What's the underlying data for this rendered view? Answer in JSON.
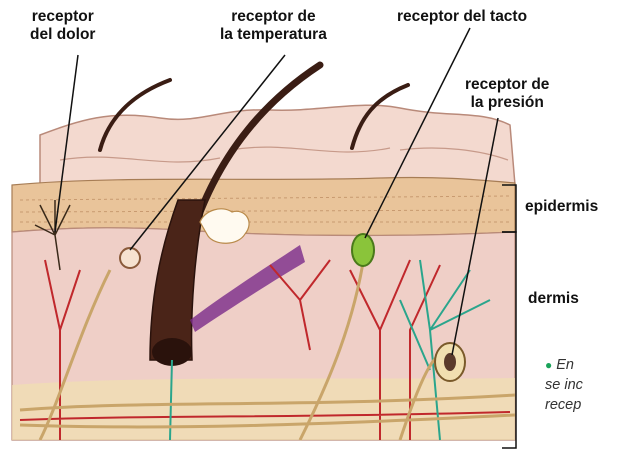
{
  "labels": {
    "pain_receptor": [
      "receptor",
      "del dolor"
    ],
    "temperature_receptor": [
      "receptor de",
      "la temperatura"
    ],
    "touch_receptor": "receptor del tacto",
    "pressure_receptor": [
      "receptor de",
      "la presión"
    ],
    "epidermis": "epidermis",
    "dermis": "dermis"
  },
  "caption_lines": [
    "En",
    "se inc",
    "recep"
  ],
  "colors": {
    "skin_surface": "#f3d9cf",
    "epidermis_band": "#e9c49a",
    "dermis": "#efcfc7",
    "hair": "#3a1d14",
    "blood_vessel_red": "#c0282c",
    "lymph_teal": "#2aa58c",
    "nerve_tan": "#c9a56a",
    "muscle_purple": "#7a2a8a",
    "touch_receptor_green": "#8ac43a",
    "caption_bullet": "#1aa35a"
  }
}
